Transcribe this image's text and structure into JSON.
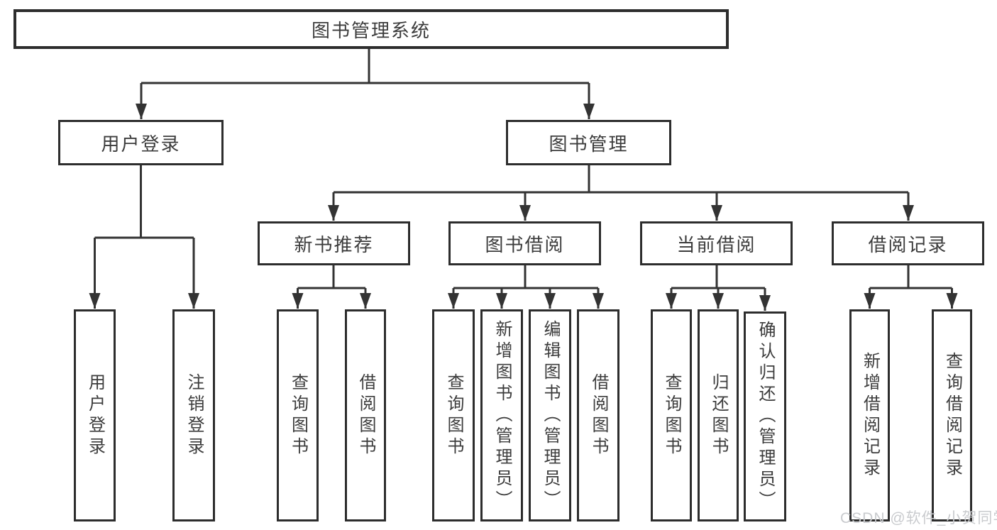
{
  "title": {
    "label": "图书管理系统"
  },
  "branches": {
    "user_login": {
      "label": "用户登录",
      "leaves": [
        {
          "label": "用户登录"
        },
        {
          "label": "注销登录"
        }
      ]
    },
    "book_mgmt": {
      "label": "图书管理",
      "groups": [
        {
          "label": "新书推荐",
          "leaves": [
            {
              "label": "查询图书"
            },
            {
              "label": "借阅图书"
            }
          ]
        },
        {
          "label": "图书借阅",
          "leaves": [
            {
              "label": "查询图书"
            },
            {
              "label": "新增图书（管理员）"
            },
            {
              "label": "编辑图书（管理员）"
            },
            {
              "label": "借阅图书"
            }
          ]
        },
        {
          "label": "当前借阅",
          "leaves": [
            {
              "label": "查询图书"
            },
            {
              "label": "归还图书"
            },
            {
              "label": "确认归还（管理员）"
            }
          ]
        },
        {
          "label": "借阅记录",
          "leaves": [
            {
              "label": "新增借阅记录"
            },
            {
              "label": "查询借阅记录"
            }
          ]
        }
      ]
    }
  },
  "watermark": {
    "text": "CSDN @软件_小贺同学"
  },
  "colors": {
    "line": "#333333",
    "box_border": "#2d2d2d",
    "text": "#3c3c3c",
    "watermark": "#c9cbce"
  }
}
